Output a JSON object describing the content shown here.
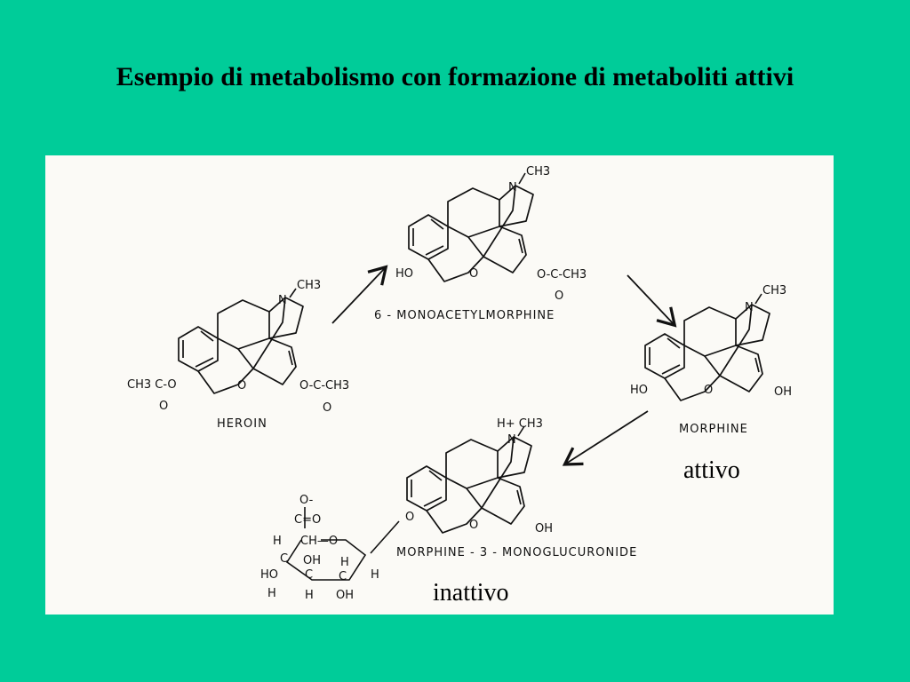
{
  "slide": {
    "title": "Esempio di metabolismo con formazione di metaboliti attivi"
  },
  "molecules": {
    "heroin": {
      "name": "HEROIN",
      "n_label": "N",
      "methyl": "CH3",
      "ring_oxygen": "O",
      "acetyl_left": "CH3 C-O",
      "acetyl_left_oxo": "O",
      "acetyl_right": "O-C-CH3",
      "acetyl_right_oxo": "O"
    },
    "monoacetylmorphine": {
      "name": "6 - MONOACETYLMORPHINE",
      "n_label": "N",
      "methyl": "CH3",
      "hydroxyl": "HO",
      "ring_oxygen": "O",
      "acetyl": "O-C-CH3",
      "acetyl_oxo": "O"
    },
    "morphine": {
      "name": "MORPHINE",
      "n_label": "N",
      "methyl": "CH3",
      "hydroxyl_left": "HO",
      "hydroxyl_right": "OH",
      "ring_oxygen": "O"
    },
    "glucuronide": {
      "name": "MORPHINE - 3 - MONOGLUCURONIDE",
      "n_label": "N",
      "methyl": "H+ CH3",
      "hydroxyl": "OH",
      "ring_oxygen": "O",
      "link_oxygen": "O",
      "carboxylate_o": "O-",
      "carbonyl": "C=O",
      "sugar_labels": [
        "H",
        "CH—O",
        "C",
        "H",
        "OH",
        "H",
        "HO",
        "C",
        "C",
        "H",
        "H",
        "OH"
      ]
    }
  },
  "captions": {
    "active": "attivo",
    "inactive": "inattivo"
  }
}
